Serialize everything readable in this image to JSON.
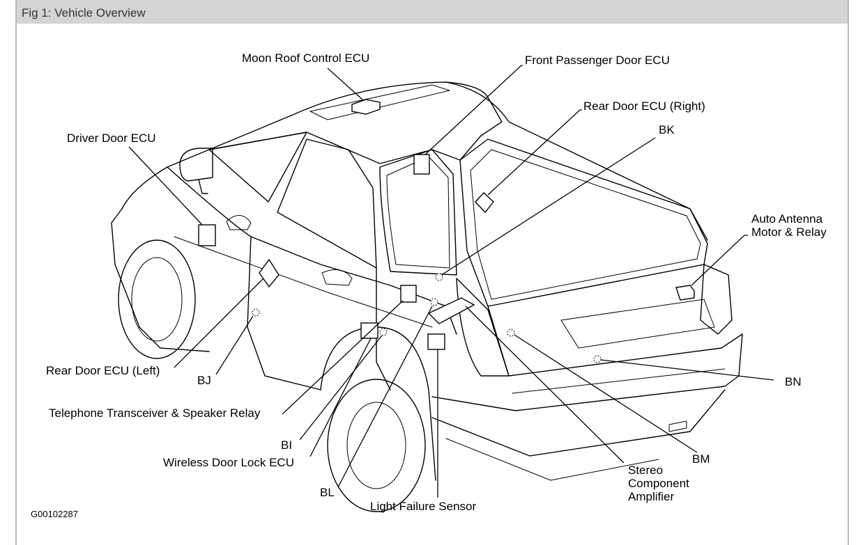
{
  "figure": {
    "title": "Fig 1: Vehicle Overview",
    "code": "G00102287"
  },
  "labels": {
    "moon_roof": "Moon Roof Control ECU",
    "front_passenger": "Front Passenger Door ECU",
    "rear_door_right": "Rear Door ECU (Right)",
    "bk": "BK",
    "driver_door": "Driver Door ECU",
    "auto_antenna_1": "Auto Antenna",
    "auto_antenna_2": "Motor & Relay",
    "rear_door_left": "Rear Door ECU (Left)",
    "bj": "BJ",
    "bn": "BN",
    "telephone": "Telephone Transceiver & Speaker Relay",
    "bi": "BI",
    "wireless": "Wireless Door Lock ECU",
    "bm": "BM",
    "stereo_1": "Stereo",
    "stereo_2": "Component",
    "stereo_3": "Amplifier",
    "bl": "BL",
    "light_failure": "Light Failure Sensor"
  }
}
